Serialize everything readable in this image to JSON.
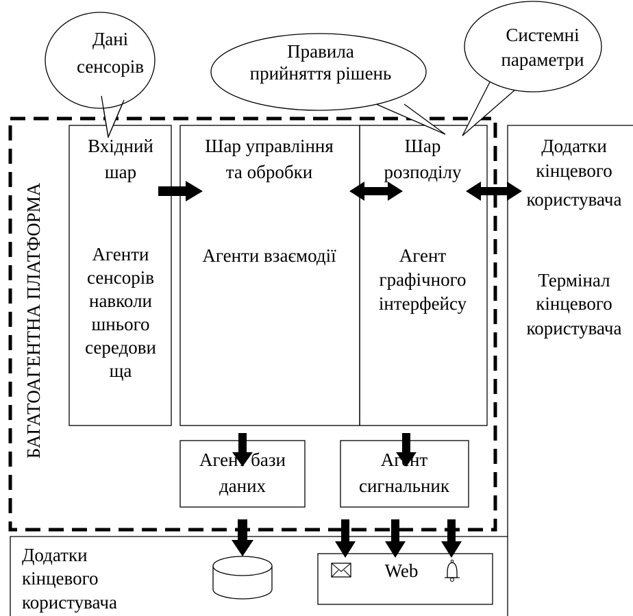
{
  "bubbles": {
    "sensor_data": [
      "Дані",
      "сенсорів"
    ],
    "decision_rules": [
      "Правила",
      "прийняття рішень"
    ],
    "system_params": [
      "Системні",
      "параметри"
    ]
  },
  "platform_label": "БАГАТОАГЕНТНА ПЛАТФОРМА",
  "input_layer": {
    "title": [
      "Вхідний",
      "шар"
    ],
    "agents": [
      "Агенти",
      "сенсорів",
      "навколи",
      "шнього",
      "середови",
      "ща"
    ]
  },
  "control_layer": {
    "title": [
      "Шар управління",
      "та обробки"
    ],
    "agents": [
      "Агенти взаємодії"
    ]
  },
  "distribution_layer": {
    "title": [
      "Шар",
      "розподілу"
    ],
    "agents": [
      "Агент",
      "графічного",
      "інтерфейсу"
    ]
  },
  "right_panel": {
    "title": [
      "Додатки",
      "кінцевого",
      "користувача"
    ],
    "terminal": [
      "Термінал",
      "кінцевого",
      "користувача"
    ]
  },
  "db_agent": [
    "Агент бази",
    "даних"
  ],
  "alarm_agent": [
    "Агент",
    "сигнальник"
  ],
  "bottom_panel": {
    "title": [
      "Додатки",
      "кінцевого",
      "користувача"
    ],
    "outputs": {
      "mail_icon": "mail-icon",
      "web_label": "Web",
      "bell_icon": "bell-icon"
    }
  }
}
